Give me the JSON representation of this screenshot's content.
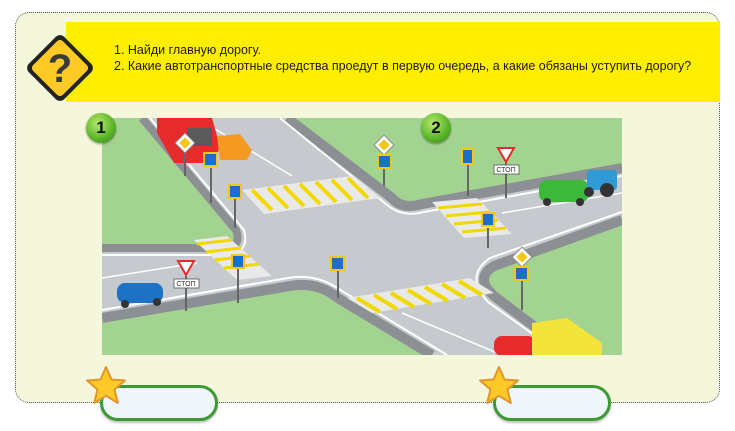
{
  "task": {
    "icon": "question-mark-warning-sign",
    "questions": [
      "1. Найди главную дорогу.",
      "2. Какие автотранспортные средства проедут в первую очередь, а какие обязаны уступить дорогу?"
    ]
  },
  "picture": {
    "description": "Road intersection illustration",
    "markers": [
      {
        "label": "1"
      },
      {
        "label": "2"
      }
    ],
    "sign_labels": {
      "stop_plate_left": "СТОП",
      "stop_plate_right": "СТОП"
    },
    "vehicles": [
      "red-bus",
      "orange-car",
      "green-car",
      "blue-tractor",
      "blue-car",
      "red-car",
      "yellow-truck"
    ]
  },
  "answers": [
    {
      "value": ""
    },
    {
      "value": ""
    }
  ],
  "colors": {
    "banner": "#ffee00",
    "card_bg": "#f5f7dc",
    "grass": "#9fd08c",
    "road": "#c8cbd0",
    "badge_green": "#5fb82c",
    "answer_border": "#3c9a32"
  }
}
